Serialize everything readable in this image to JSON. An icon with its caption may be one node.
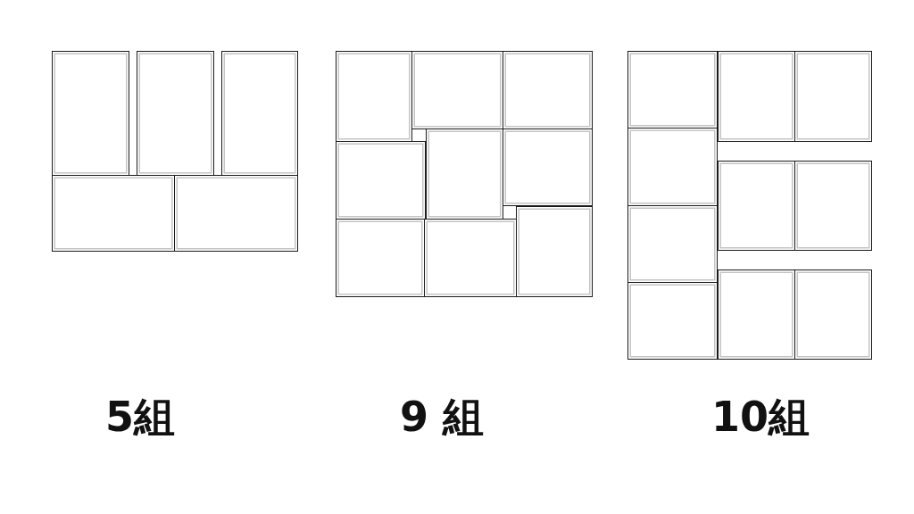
{
  "diagram": {
    "nodes": [
      {
        "text": [],
        "shape": "box"
      },
      {
        "text": [],
        "shape": "box"
      },
      {
        "text": [],
        "shape": "box"
      },
      {
        "text": [],
        "shape": "box"
      },
      {
        "text": [],
        "shape": "box"
      },
      {
        "text": [],
        "shape": "box"
      },
      {
        "text": [],
        "shape": "box"
      },
      {
        "text": [],
        "shape": "box"
      },
      {
        "text": [],
        "shape": "box"
      },
      {
        "text": [],
        "shape": "box"
      },
      {
        "text": [],
        "shape": "box"
      },
      {
        "text": [],
        "shape": "box"
      },
      {
        "text": [],
        "shape": "box"
      },
      {
        "text": [],
        "shape": "box"
      },
      {
        "text": [],
        "shape": "box"
      },
      {
        "text": [],
        "shape": "box"
      },
      {
        "text": [],
        "shape": "box"
      },
      {
        "text": [],
        "shape": "box"
      },
      {
        "text": [],
        "shape": "box"
      },
      {
        "text": [],
        "shape": "box"
      },
      {
        "text": [],
        "shape": "box"
      },
      {
        "text": [],
        "shape": "box"
      },
      {
        "text": [],
        "shape": "box"
      },
      {
        "text": [],
        "shape": "box"
      }
    ],
    "labels": [
      "5組",
      "9 組",
      "10組"
    ]
  }
}
